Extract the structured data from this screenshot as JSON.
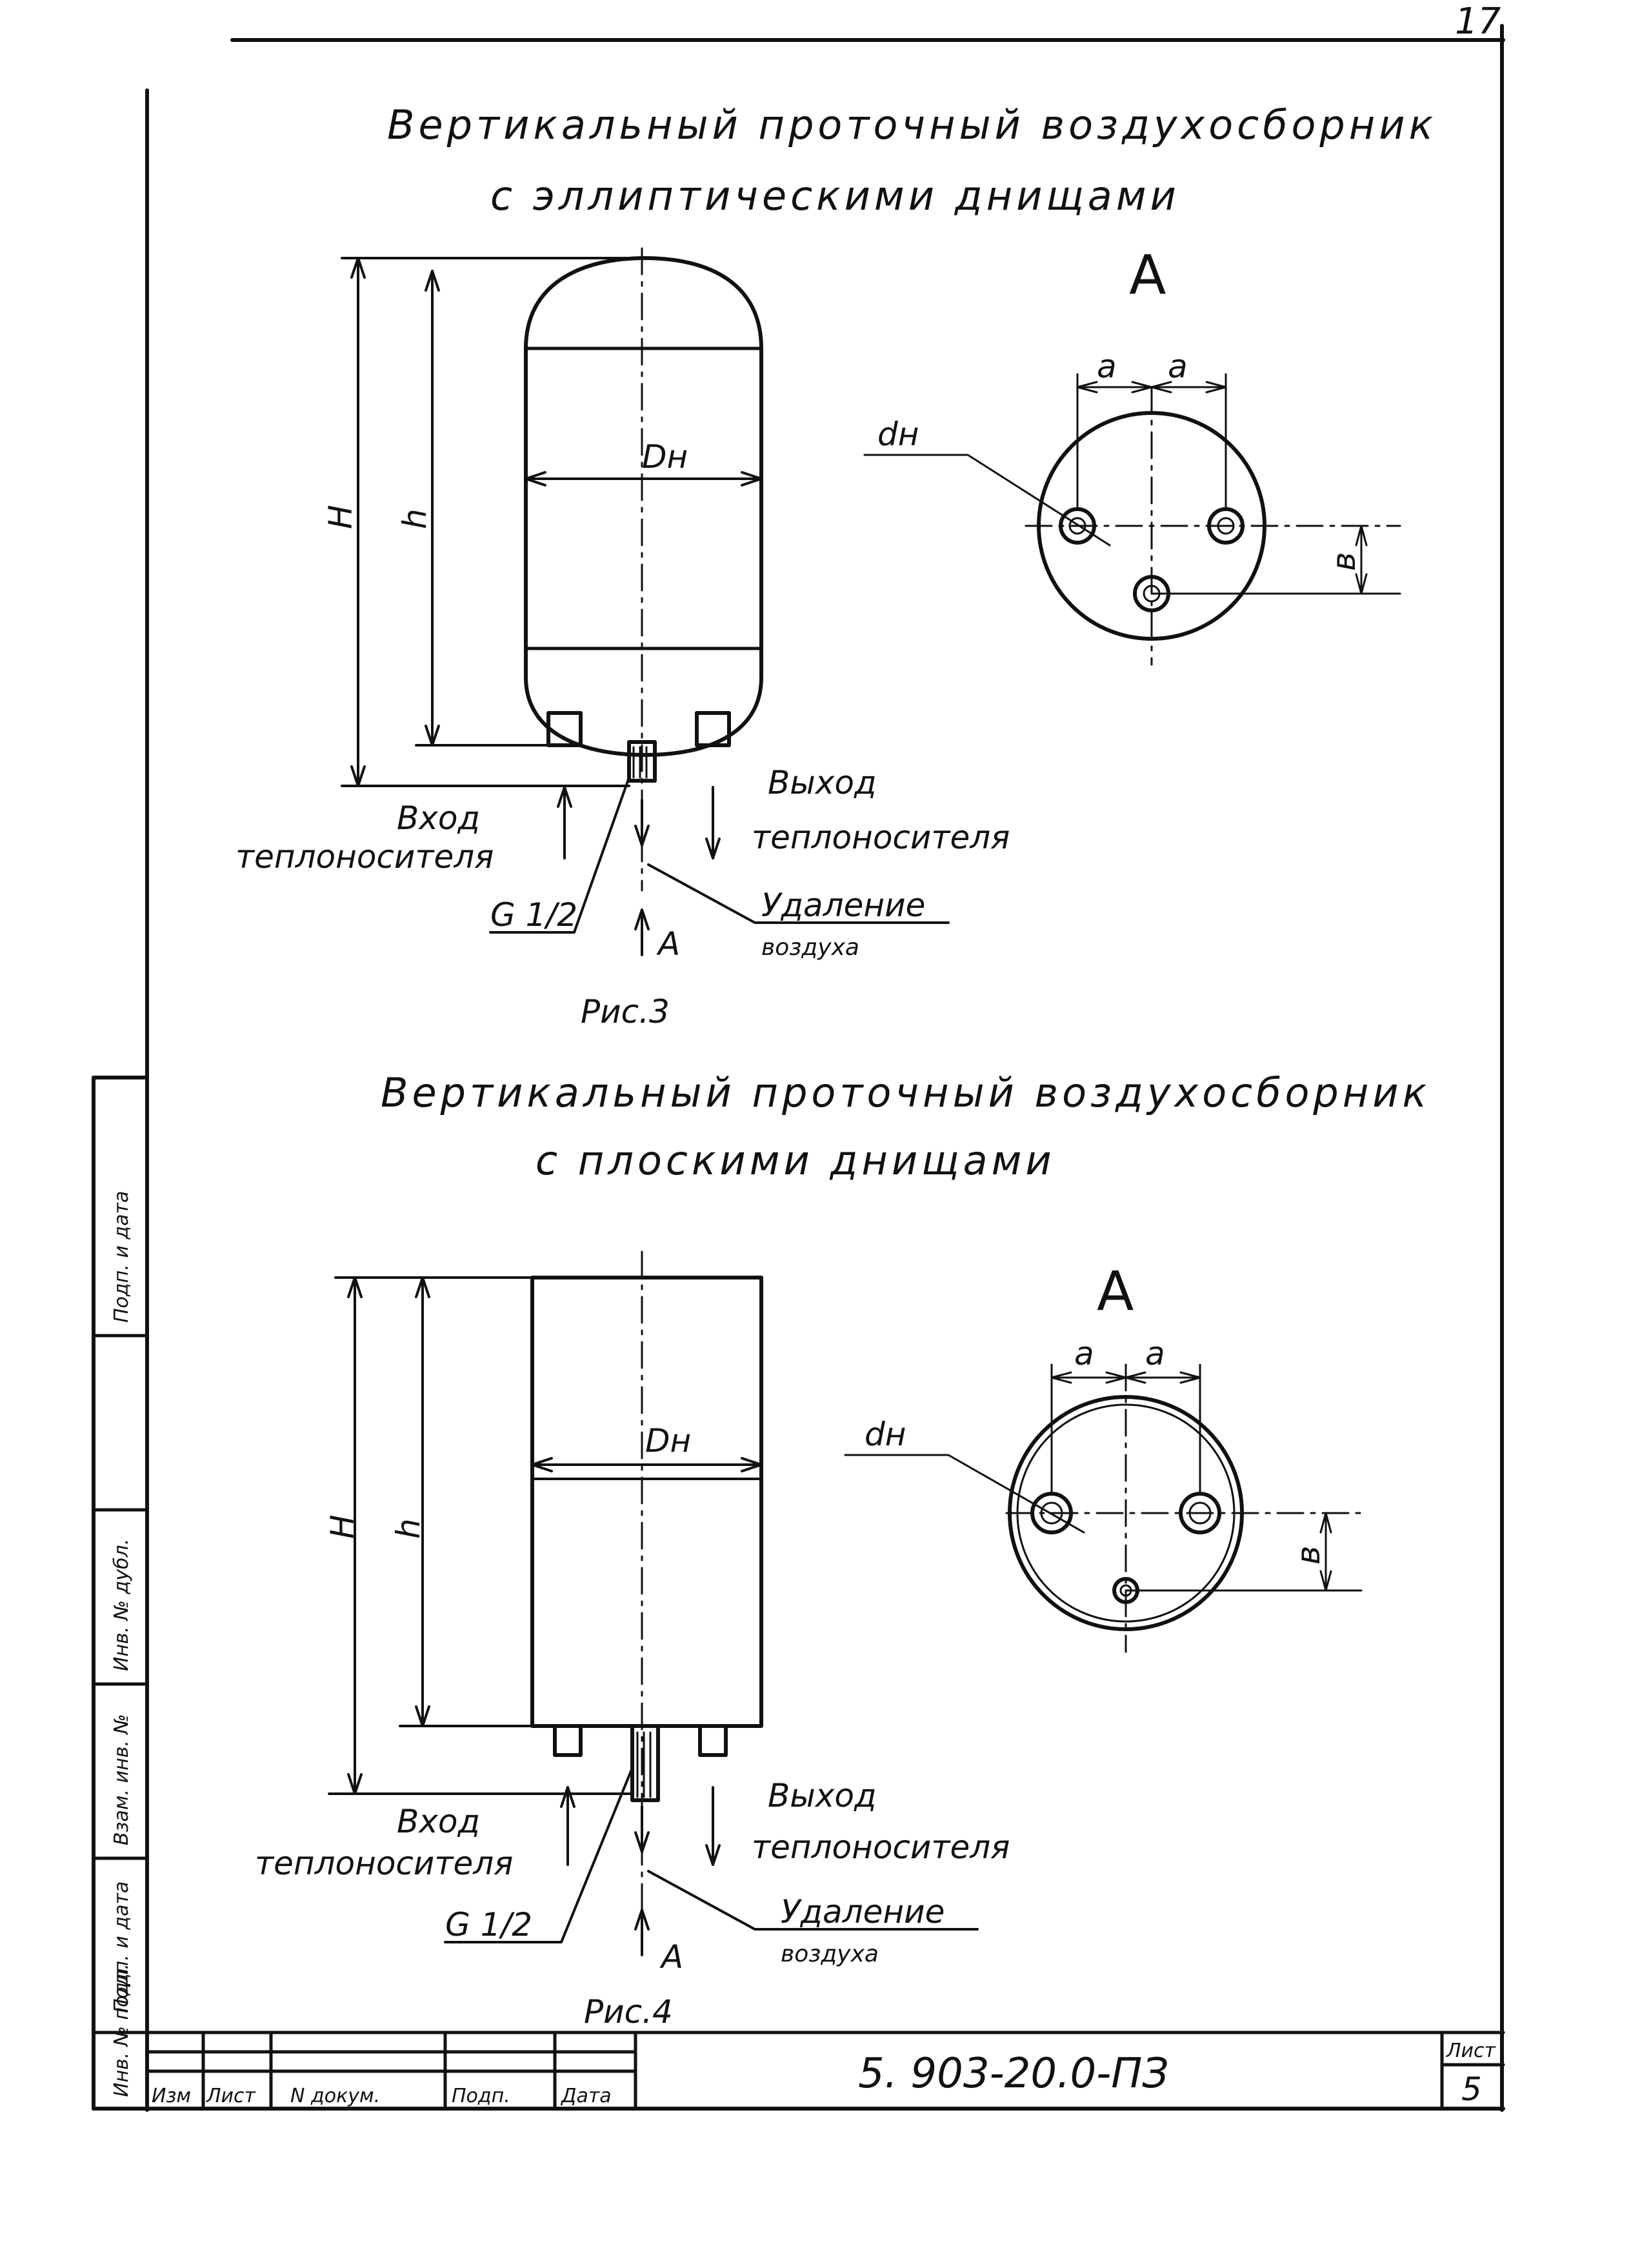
{
  "page_number": "17",
  "fig3": {
    "title_line1": "Вертикальный проточный воздухосборник",
    "title_line2": "с эллиптическими днищами",
    "H": "H",
    "h": "h",
    "Dn": "Dн",
    "inlet_line1": "Вход",
    "inlet_line2": "теплоносителя",
    "outlet_line1": "Выход",
    "outlet_line2": "теплоносителя",
    "thread": "G 1/2",
    "air_line1": "Удаление",
    "air_line2": "воздуха",
    "view_mark": "A",
    "view_title": "А",
    "a1": "a",
    "a2": "a",
    "dn": "dн",
    "b": "в",
    "caption": "Рис.3"
  },
  "fig4": {
    "title_line1": "Вертикальный проточный воздухосборник",
    "title_line2": "с плоскими днищами",
    "H": "H",
    "h": "h",
    "Dn": "Dн",
    "inlet_line1": "Вход",
    "inlet_line2": "теплоносителя",
    "outlet_line1": "Выход",
    "outlet_line2": "теплоносителя",
    "thread": "G 1/2",
    "air_line1": "Удаление",
    "air_line2": "воздуха",
    "view_mark": "A",
    "view_title": "А",
    "a1": "a",
    "a2": "a",
    "dn": "dн",
    "b": "в",
    "caption": "Рис.4"
  },
  "side_stamp": [
    "Инв. № подл.",
    "Подп. и дата",
    "Взам. инв. №",
    "Инв. № дубл.",
    "Подп. и дата"
  ],
  "title_block": {
    "col_headers": [
      "Изм",
      "Лист",
      "N докум.",
      "Подп.",
      "Дата"
    ],
    "doc_number": "5. 903-20.0-ПЗ",
    "sheet_label": "Лист",
    "sheet_number": "5"
  }
}
